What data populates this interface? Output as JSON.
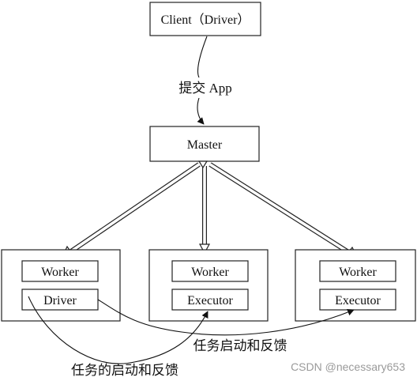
{
  "client": {
    "label": "Client（Driver）"
  },
  "submit_edge": {
    "label": "提交 App"
  },
  "master": {
    "label": "Master"
  },
  "nodes": [
    {
      "worker_label": "Worker",
      "role_label": "Driver"
    },
    {
      "worker_label": "Worker",
      "role_label": "Executor"
    },
    {
      "worker_label": "Worker",
      "role_label": "Executor"
    }
  ],
  "feedback_edges": {
    "task_feedback_label": "任务启动和反馈",
    "task_start_feedback_label": "任务的启动和反馈"
  },
  "watermark": {
    "text": "CSDN @necessary653"
  }
}
